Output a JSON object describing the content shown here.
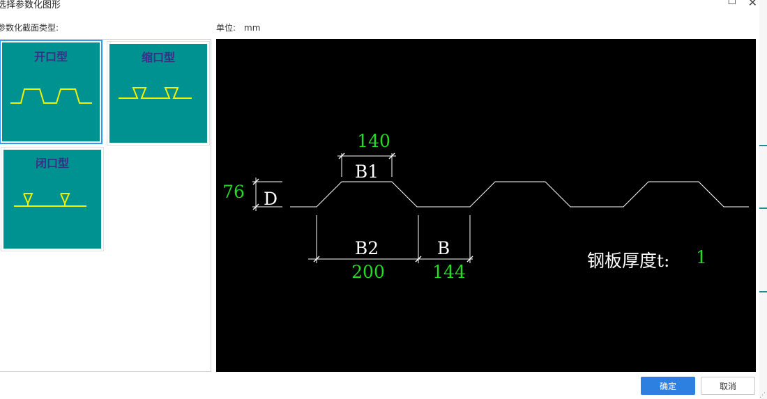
{
  "window": {
    "title": "选择参数化图形",
    "maximize_glyph": "☐",
    "close_glyph": "✕"
  },
  "labels": {
    "section_types": "参数化截面类型:",
    "unit_label": "单位:",
    "unit_value": "mm"
  },
  "section_types": [
    {
      "name": "开口型",
      "selected": true
    },
    {
      "name": "缩口型",
      "selected": false
    },
    {
      "name": "闭口型",
      "selected": false
    }
  ],
  "preview": {
    "dim_b1_value": "140",
    "dim_b1_label": "B1",
    "dim_d_value": "76",
    "dim_d_label": "D",
    "dim_b2_label": "B2",
    "dim_b2_value": "200",
    "dim_b_label": "B",
    "dim_b_value": "144",
    "thickness_label": "钢板厚度t:",
    "thickness_value": "1"
  },
  "buttons": {
    "ok": "确定",
    "cancel": "取消"
  },
  "colors": {
    "tile_bg": "#009291",
    "tile_title": "#3a2e86",
    "profile_yellow": "#f2f200",
    "dim_value_green": "#22dd22",
    "preview_bg": "#000000",
    "selection": "#2b9bff",
    "primary_button": "#2d7fe0"
  }
}
